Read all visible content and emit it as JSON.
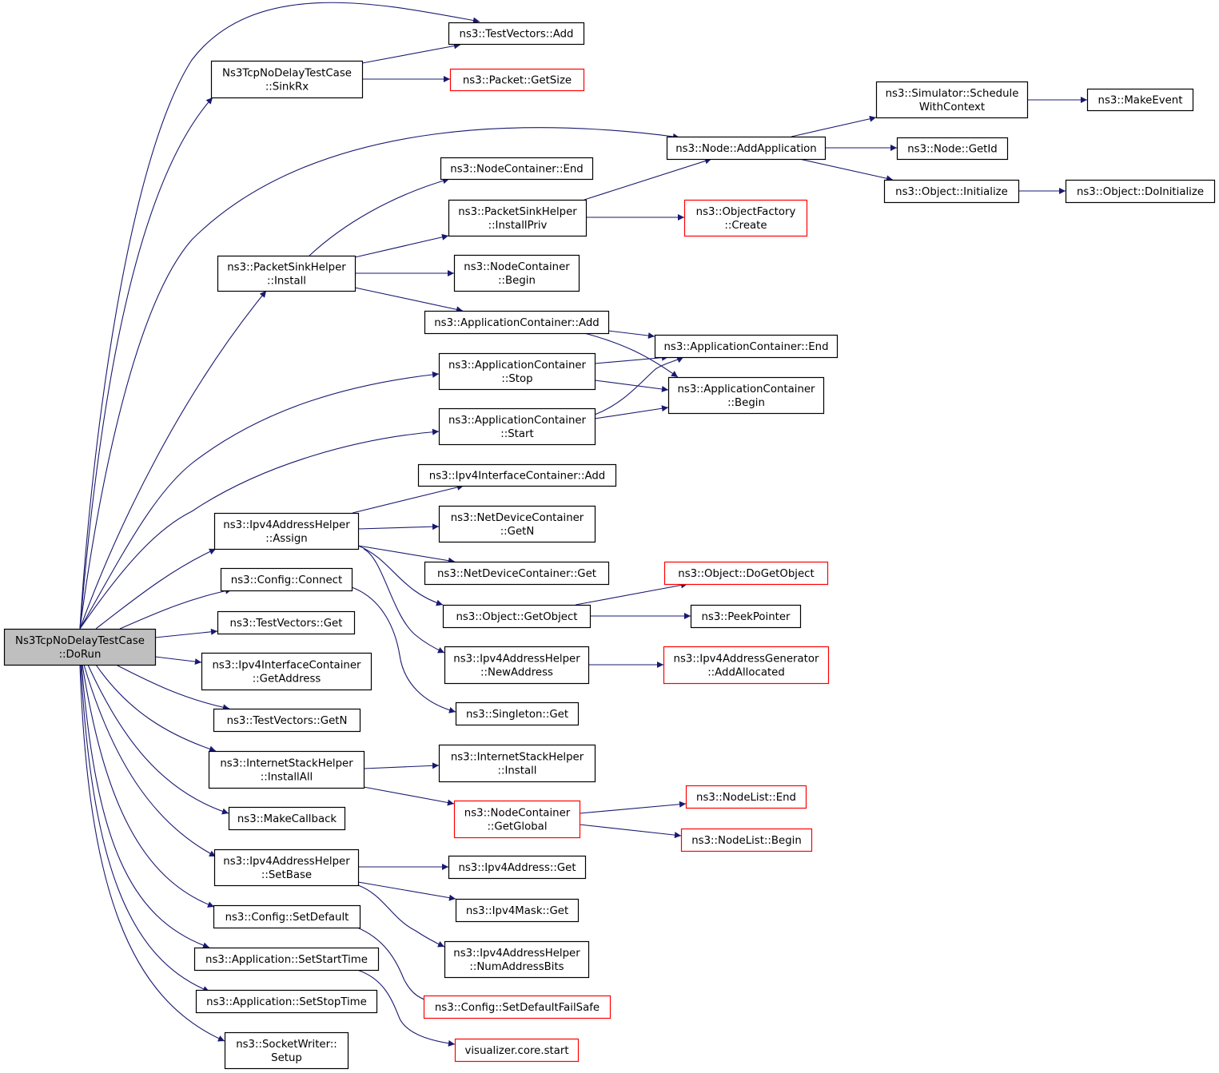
{
  "graph": {
    "colors": {
      "edge": "#191970",
      "root_fill": "#bfbfbf",
      "external_border": "#ff0000",
      "normal_border": "#000000"
    },
    "nodes": {
      "root": {
        "lines": [
          "Ns3TcpNoDelayTestCase",
          "::DoRun"
        ],
        "kind": "root"
      },
      "testvec_add": {
        "lines": [
          "ns3::TestVectors::Add"
        ]
      },
      "sinkrx": {
        "lines": [
          "Ns3TcpNoDelayTestCase",
          "::SinkRx"
        ]
      },
      "packet_getsize": {
        "lines": [
          "ns3::Packet::GetSize"
        ],
        "kind": "external"
      },
      "sim_schedule": {
        "lines": [
          "ns3::Simulator::Schedule",
          "WithContext"
        ]
      },
      "make_event": {
        "lines": [
          "ns3::MakeEvent"
        ]
      },
      "node_addapp": {
        "lines": [
          "ns3::Node::AddApplication"
        ]
      },
      "node_getid": {
        "lines": [
          "ns3::Node::GetId"
        ]
      },
      "nc_end": {
        "lines": [
          "ns3::NodeContainer::End"
        ]
      },
      "obj_init": {
        "lines": [
          "ns3::Object::Initialize"
        ]
      },
      "obj_doinit": {
        "lines": [
          "ns3::Object::DoInitialize"
        ]
      },
      "psh_installpriv": {
        "lines": [
          "ns3::PacketSinkHelper",
          "::InstallPriv"
        ]
      },
      "objfactory_create": {
        "lines": [
          "ns3::ObjectFactory",
          "::Create"
        ],
        "kind": "external"
      },
      "psh_install": {
        "lines": [
          "ns3::PacketSinkHelper",
          "::Install"
        ]
      },
      "nc_begin": {
        "lines": [
          "ns3::NodeContainer",
          "::Begin"
        ]
      },
      "ac_add": {
        "lines": [
          "ns3::ApplicationContainer::Add"
        ]
      },
      "ac_end": {
        "lines": [
          "ns3::ApplicationContainer::End"
        ]
      },
      "ac_stop": {
        "lines": [
          "ns3::ApplicationContainer",
          "::Stop"
        ]
      },
      "ac_begin": {
        "lines": [
          "ns3::ApplicationContainer",
          "::Begin"
        ]
      },
      "ac_start": {
        "lines": [
          "ns3::ApplicationContainer",
          "::Start"
        ]
      },
      "ipv4ic_add": {
        "lines": [
          "ns3::Ipv4InterfaceContainer::Add"
        ]
      },
      "ipv4ah_assign": {
        "lines": [
          "ns3::Ipv4AddressHelper",
          "::Assign"
        ]
      },
      "ndc_getn": {
        "lines": [
          "ns3::NetDeviceContainer",
          "::GetN"
        ]
      },
      "ndc_get": {
        "lines": [
          "ns3::NetDeviceContainer::Get"
        ]
      },
      "obj_dogetobject": {
        "lines": [
          "ns3::Object::DoGetObject"
        ],
        "kind": "external"
      },
      "config_connect": {
        "lines": [
          "ns3::Config::Connect"
        ]
      },
      "obj_getobject": {
        "lines": [
          "ns3::Object::GetObject"
        ]
      },
      "peekpointer": {
        "lines": [
          "ns3::PeekPointer"
        ]
      },
      "testvec_get": {
        "lines": [
          "ns3::TestVectors::Get"
        ]
      },
      "ipv4ah_newaddress": {
        "lines": [
          "ns3::Ipv4AddressHelper",
          "::NewAddress"
        ]
      },
      "ipv4ag_addalloc": {
        "lines": [
          "ns3::Ipv4AddressGenerator",
          "::AddAllocated"
        ],
        "kind": "external"
      },
      "ipv4ic_getaddress": {
        "lines": [
          "ns3::Ipv4InterfaceContainer",
          "::GetAddress"
        ]
      },
      "singleton_get": {
        "lines": [
          "ns3::Singleton::Get"
        ]
      },
      "testvec_getn": {
        "lines": [
          "ns3::TestVectors::GetN"
        ]
      },
      "ish_install": {
        "lines": [
          "ns3::InternetStackHelper",
          "::Install"
        ]
      },
      "ish_installall": {
        "lines": [
          "ns3::InternetStackHelper",
          "::InstallAll"
        ]
      },
      "nodelist_end": {
        "lines": [
          "ns3::NodeList::End"
        ],
        "kind": "external"
      },
      "nc_getglobal": {
        "lines": [
          "ns3::NodeContainer",
          "::GetGlobal"
        ],
        "kind": "external"
      },
      "makecallback": {
        "lines": [
          "ns3::MakeCallback"
        ]
      },
      "nodelist_begin": {
        "lines": [
          "ns3::NodeList::Begin"
        ],
        "kind": "external"
      },
      "ipv4ah_setbase": {
        "lines": [
          "ns3::Ipv4AddressHelper",
          "::SetBase"
        ]
      },
      "ipv4addr_get": {
        "lines": [
          "ns3::Ipv4Address::Get"
        ]
      },
      "ipv4mask_get": {
        "lines": [
          "ns3::Ipv4Mask::Get"
        ]
      },
      "config_setdefault": {
        "lines": [
          "ns3::Config::SetDefault"
        ]
      },
      "ipv4ah_numaddrbits": {
        "lines": [
          "ns3::Ipv4AddressHelper",
          "::NumAddressBits"
        ]
      },
      "app_setstarttime": {
        "lines": [
          "ns3::Application::SetStartTime"
        ]
      },
      "config_setdefaultfailsafe": {
        "lines": [
          "ns3::Config::SetDefaultFailSafe"
        ],
        "kind": "external"
      },
      "app_setstoptime": {
        "lines": [
          "ns3::Application::SetStopTime"
        ]
      },
      "socketwriter_setup": {
        "lines": [
          "ns3::SocketWriter::",
          "Setup"
        ]
      },
      "visualizer_start": {
        "lines": [
          "visualizer.core.start"
        ],
        "kind": "external"
      }
    },
    "edges": [
      [
        "root",
        "testvec_add"
      ],
      [
        "root",
        "sinkrx"
      ],
      [
        "root",
        "node_addapp"
      ],
      [
        "root",
        "psh_install"
      ],
      [
        "root",
        "ac_stop"
      ],
      [
        "root",
        "ac_start"
      ],
      [
        "root",
        "ipv4ah_assign"
      ],
      [
        "root",
        "config_connect"
      ],
      [
        "root",
        "testvec_get"
      ],
      [
        "root",
        "ipv4ic_getaddress"
      ],
      [
        "root",
        "testvec_getn"
      ],
      [
        "root",
        "ish_installall"
      ],
      [
        "root",
        "makecallback"
      ],
      [
        "root",
        "ipv4ah_setbase"
      ],
      [
        "root",
        "config_setdefault"
      ],
      [
        "root",
        "app_setstarttime"
      ],
      [
        "root",
        "app_setstoptime"
      ],
      [
        "root",
        "socketwriter_setup"
      ],
      [
        "sinkrx",
        "testvec_add"
      ],
      [
        "sinkrx",
        "packet_getsize"
      ],
      [
        "node_addapp",
        "sim_schedule"
      ],
      [
        "node_addapp",
        "node_getid"
      ],
      [
        "node_addapp",
        "obj_init"
      ],
      [
        "sim_schedule",
        "make_event"
      ],
      [
        "obj_init",
        "obj_doinit"
      ],
      [
        "psh_install",
        "nc_end"
      ],
      [
        "psh_install",
        "psh_installpriv"
      ],
      [
        "psh_install",
        "nc_begin"
      ],
      [
        "psh_install",
        "ac_add"
      ],
      [
        "psh_installpriv",
        "node_addapp"
      ],
      [
        "psh_installpriv",
        "objfactory_create"
      ],
      [
        "ac_add",
        "ac_end"
      ],
      [
        "ac_add",
        "ac_begin"
      ],
      [
        "ac_stop",
        "ac_end"
      ],
      [
        "ac_stop",
        "ac_begin"
      ],
      [
        "ac_start",
        "ac_end"
      ],
      [
        "ac_start",
        "ac_begin"
      ],
      [
        "ipv4ah_assign",
        "ipv4ic_add"
      ],
      [
        "ipv4ah_assign",
        "ndc_getn"
      ],
      [
        "ipv4ah_assign",
        "ndc_get"
      ],
      [
        "ipv4ah_assign",
        "obj_getobject"
      ],
      [
        "ipv4ah_assign",
        "ipv4ah_newaddress"
      ],
      [
        "obj_getobject",
        "obj_dogetobject"
      ],
      [
        "obj_getobject",
        "peekpointer"
      ],
      [
        "ipv4ah_newaddress",
        "ipv4ag_addalloc"
      ],
      [
        "config_connect",
        "singleton_get"
      ],
      [
        "ish_installall",
        "ish_install"
      ],
      [
        "ish_installall",
        "nc_getglobal"
      ],
      [
        "nc_getglobal",
        "nodelist_end"
      ],
      [
        "nc_getglobal",
        "nodelist_begin"
      ],
      [
        "ipv4ah_setbase",
        "ipv4addr_get"
      ],
      [
        "ipv4ah_setbase",
        "ipv4mask_get"
      ],
      [
        "ipv4ah_setbase",
        "ipv4ah_numaddrbits"
      ],
      [
        "config_setdefault",
        "config_setdefaultfailsafe"
      ],
      [
        "app_setstarttime",
        "visualizer_start"
      ]
    ]
  }
}
